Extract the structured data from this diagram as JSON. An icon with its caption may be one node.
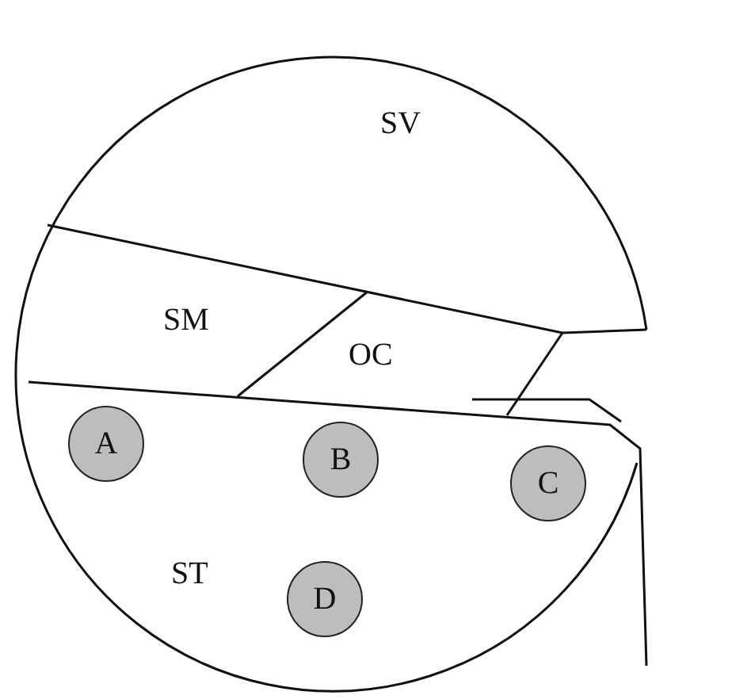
{
  "diagram": {
    "nodes": [
      {
        "text": [
          "SV"
        ]
      },
      {
        "text": [
          "SM"
        ]
      },
      {
        "text": [
          "OC"
        ]
      },
      {
        "text": [
          "ST"
        ]
      },
      {
        "text": [
          "A"
        ],
        "in": 3
      },
      {
        "text": [
          "B"
        ],
        "in": 3
      },
      {
        "text": [
          "C"
        ],
        "in": 3
      },
      {
        "text": [
          "D"
        ],
        "in": 3
      }
    ]
  }
}
